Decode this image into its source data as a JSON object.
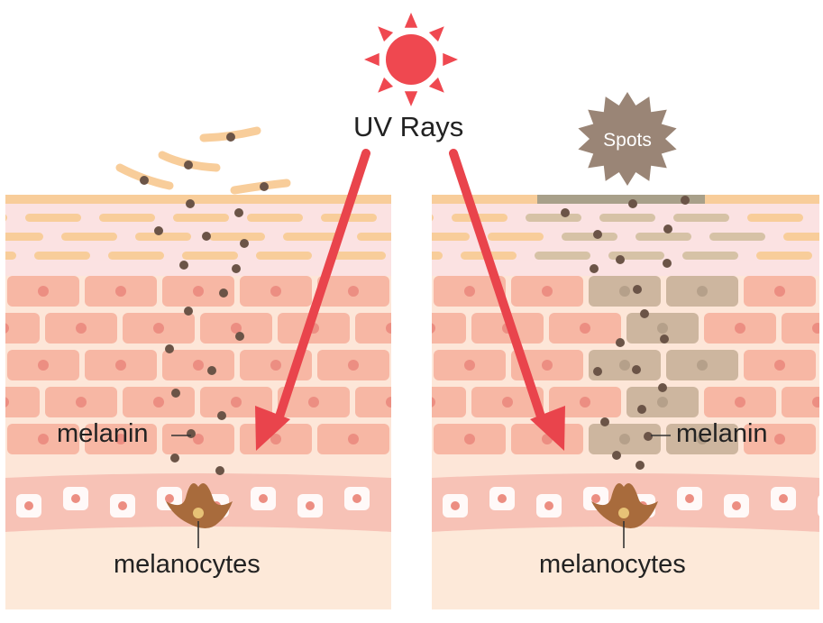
{
  "labels": {
    "uv_rays": "UV Rays",
    "spots": "Spots",
    "melanin_left": "melanin",
    "melanin_right": "melanin",
    "melanocytes_left": "melanocytes",
    "melanocytes_right": "melanocytes"
  },
  "colors": {
    "sun": "#ef4850",
    "arrow": "#e9444c",
    "epidermis_flake": "#f8cd9a",
    "stratum_pink": "#fbe2e2",
    "cell_fill": "#f7b7a4",
    "cell_nucleus": "#ec8e82",
    "cell_bg": "#fde6d8",
    "pigmented_cell": "#cdb69f",
    "melanin_dot": "#6b5447",
    "melanocyte": "#a86b3c",
    "spot_badge": "#9a8576",
    "dermis": "#fde9d9"
  },
  "icons": [
    "sun-icon",
    "spots-burst-icon",
    "melanocyte-icon"
  ]
}
